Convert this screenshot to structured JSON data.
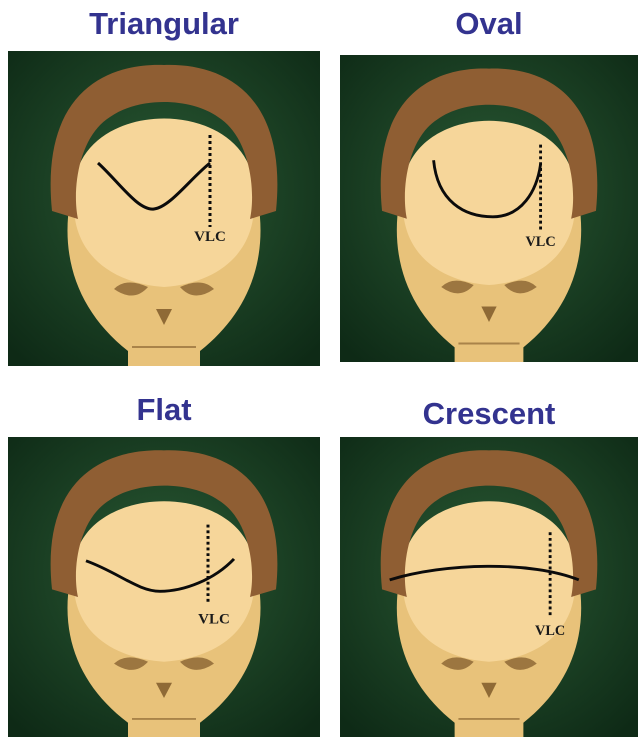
{
  "panels": [
    {
      "title": "Triangular",
      "marker_label": "VLC"
    },
    {
      "title": "Oval",
      "marker_label": "VLC"
    },
    {
      "title": "Flat",
      "marker_label": "VLC"
    },
    {
      "title": "Crescent",
      "marker_label": "VLC"
    }
  ],
  "colors": {
    "title": "#33338f",
    "background": "#13351d",
    "hair": "#8f5e33",
    "skin": "#f6d69a",
    "bone": "#e8c27a",
    "line": "#0b0b0b"
  }
}
